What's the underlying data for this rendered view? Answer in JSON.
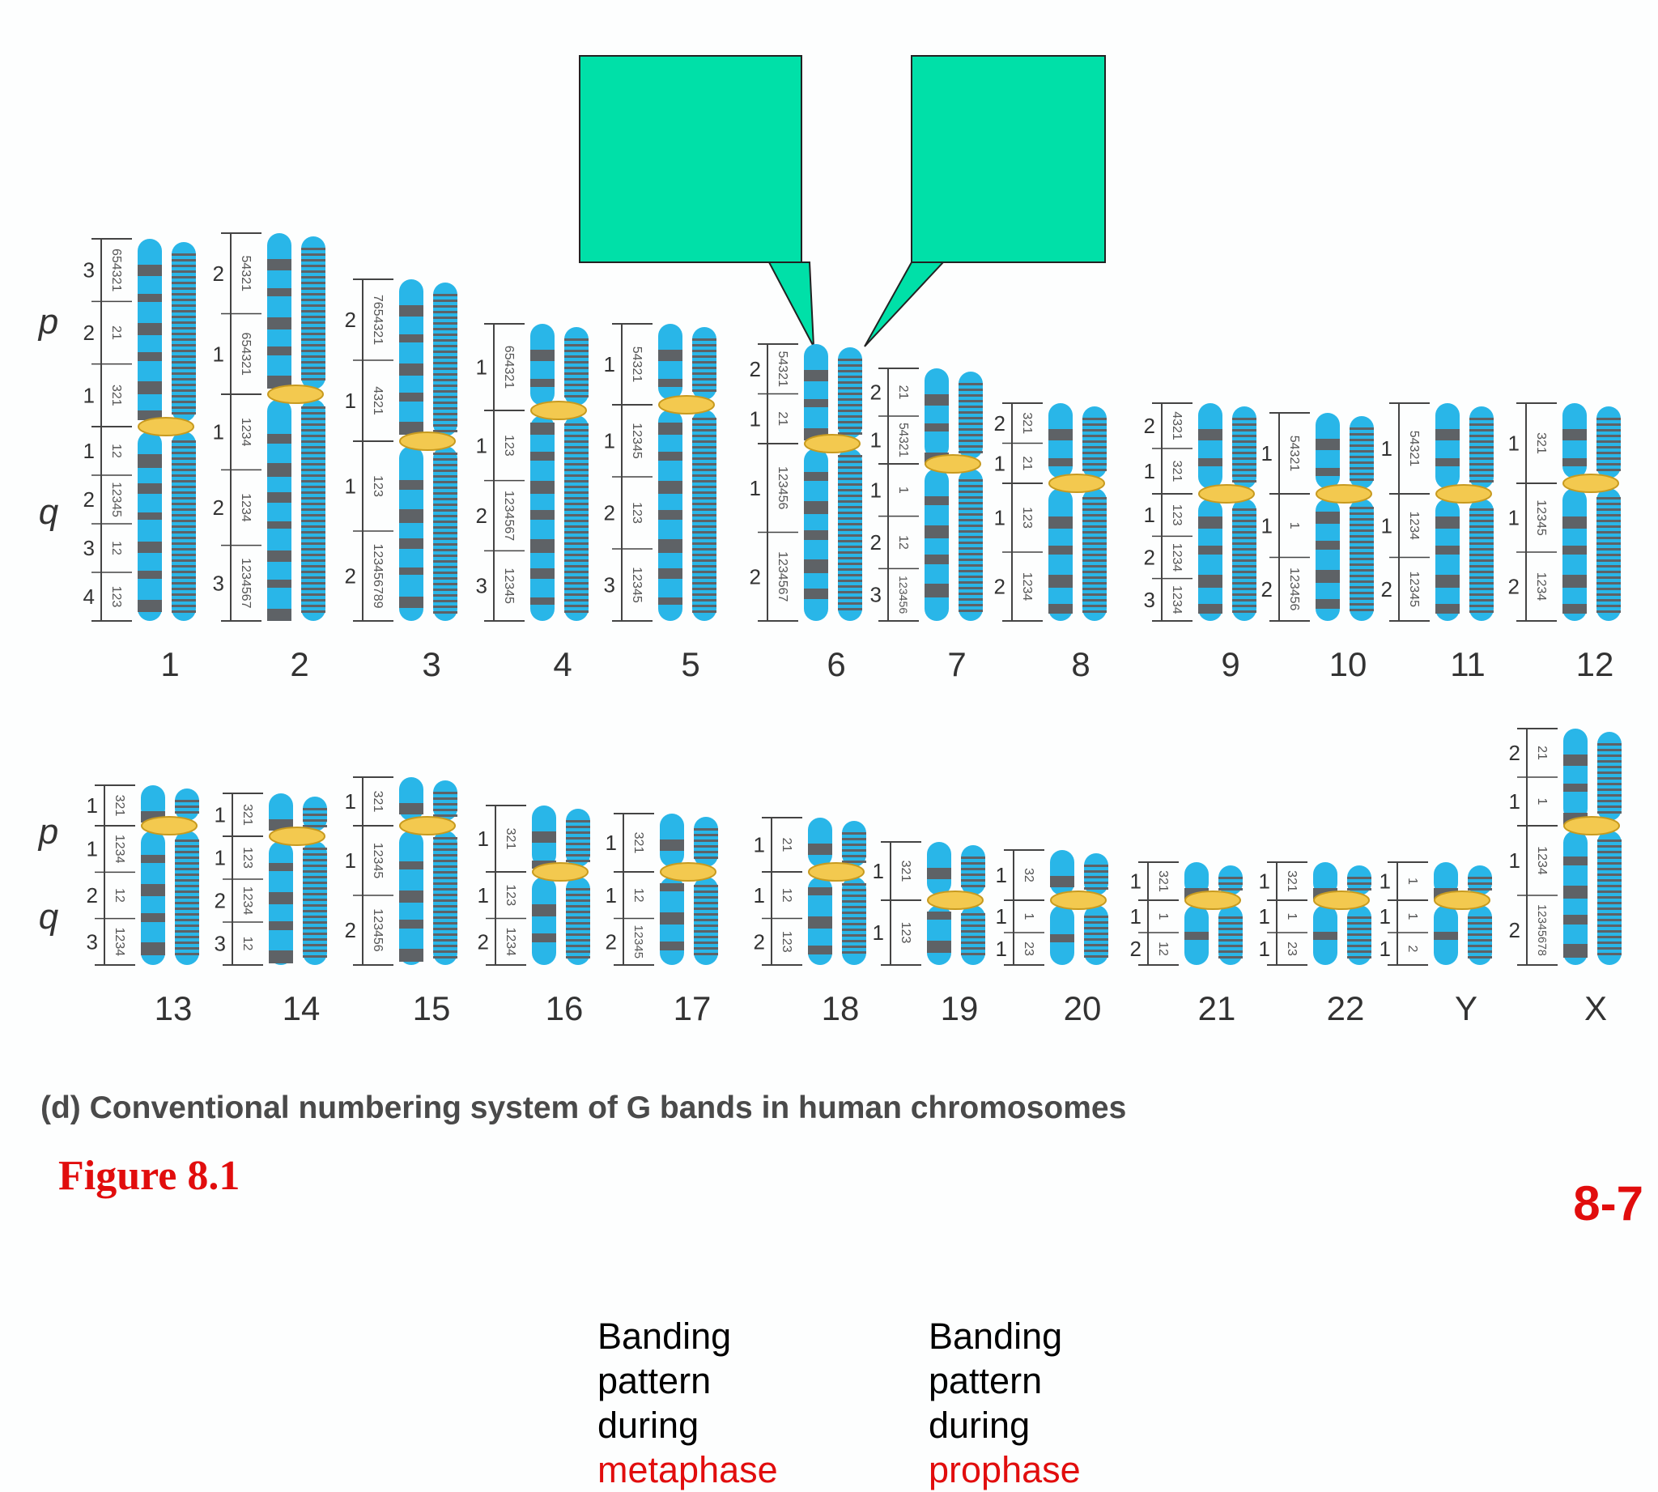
{
  "callouts": [
    {
      "line1": "Banding",
      "line2": "pattern",
      "line3": "during",
      "phase": "metaphase"
    },
    {
      "line1": "Banding",
      "line2": "pattern",
      "line3": "during",
      "phase": "prophase"
    }
  ],
  "arm_labels": {
    "p": "p",
    "q": "q"
  },
  "chromosomes": [
    {
      "label": "1",
      "p": [
        [
          "3",
          "654321"
        ],
        [
          "2",
          "21"
        ],
        [
          "1",
          "321"
        ]
      ],
      "q": [
        [
          "1",
          "12"
        ],
        [
          "2",
          "12345"
        ],
        [
          "3",
          "12"
        ],
        [
          "4",
          "123"
        ]
      ]
    },
    {
      "label": "2",
      "p": [
        [
          "2",
          "54321"
        ],
        [
          "1",
          "654321"
        ]
      ],
      "q": [
        [
          "1",
          "1234"
        ],
        [
          "2",
          "1234"
        ],
        [
          "3",
          "1234567"
        ]
      ]
    },
    {
      "label": "3",
      "p": [
        [
          "2",
          "7654321"
        ],
        [
          "1",
          "4321"
        ]
      ],
      "q": [
        [
          "1",
          "123"
        ],
        [
          "2",
          "123456789"
        ]
      ]
    },
    {
      "label": "4",
      "p": [
        [
          "1",
          "654321"
        ]
      ],
      "q": [
        [
          "1",
          "123"
        ],
        [
          "2",
          "1234567"
        ],
        [
          "3",
          "12345"
        ]
      ]
    },
    {
      "label": "5",
      "p": [
        [
          "1",
          "54321"
        ]
      ],
      "q": [
        [
          "1",
          "12345"
        ],
        [
          "2",
          "123"
        ],
        [
          "3",
          "12345"
        ]
      ]
    },
    {
      "label": "6",
      "p": [
        [
          "2",
          "54321"
        ],
        [
          "1",
          "21"
        ]
      ],
      "q": [
        [
          "1",
          "123456"
        ],
        [
          "2",
          "1234567"
        ]
      ]
    },
    {
      "label": "7",
      "p": [
        [
          "2",
          "21"
        ],
        [
          "1",
          "54321"
        ]
      ],
      "q": [
        [
          "1",
          "1"
        ],
        [
          "2",
          "12"
        ],
        [
          "3",
          "123456"
        ]
      ]
    },
    {
      "label": "8",
      "p": [
        [
          "2",
          "321"
        ],
        [
          "1",
          "21"
        ]
      ],
      "q": [
        [
          "1",
          "123"
        ],
        [
          "2",
          "1234"
        ]
      ]
    },
    {
      "label": "9",
      "p": [
        [
          "2",
          "4321"
        ],
        [
          "1",
          "321"
        ]
      ],
      "q": [
        [
          "1",
          "123"
        ],
        [
          "2",
          "1234"
        ],
        [
          "3",
          "1234"
        ]
      ]
    },
    {
      "label": "10",
      "p": [
        [
          "1",
          "54321"
        ]
      ],
      "q": [
        [
          "1",
          "1"
        ],
        [
          "2",
          "123456"
        ]
      ]
    },
    {
      "label": "11",
      "p": [
        [
          "1",
          "54321"
        ]
      ],
      "q": [
        [
          "1",
          "1234"
        ],
        [
          "2",
          "12345"
        ]
      ]
    },
    {
      "label": "12",
      "p": [
        [
          "1",
          "321"
        ]
      ],
      "q": [
        [
          "1",
          "12345"
        ],
        [
          "2",
          "1234"
        ]
      ]
    },
    {
      "label": "13",
      "p": [
        [
          "1",
          "321"
        ]
      ],
      "q": [
        [
          "1",
          "1234"
        ],
        [
          "2",
          "12"
        ],
        [
          "3",
          "1234"
        ]
      ]
    },
    {
      "label": "14",
      "p": [
        [
          "1",
          "321"
        ]
      ],
      "q": [
        [
          "1",
          "123"
        ],
        [
          "2",
          "1234"
        ],
        [
          "3",
          "12"
        ]
      ]
    },
    {
      "label": "15",
      "p": [
        [
          "1",
          "321"
        ]
      ],
      "q": [
        [
          "1",
          "12345"
        ],
        [
          "2",
          "123456"
        ]
      ]
    },
    {
      "label": "16",
      "p": [
        [
          "1",
          "321"
        ]
      ],
      "q": [
        [
          "1",
          "123"
        ],
        [
          "2",
          "1234"
        ]
      ]
    },
    {
      "label": "17",
      "p": [
        [
          "1",
          "321"
        ]
      ],
      "q": [
        [
          "1",
          "12"
        ],
        [
          "2",
          "12345"
        ]
      ]
    },
    {
      "label": "18",
      "p": [
        [
          "1",
          "21"
        ]
      ],
      "q": [
        [
          "1",
          "12"
        ],
        [
          "2",
          "123"
        ]
      ]
    },
    {
      "label": "19",
      "p": [
        [
          "1",
          "321"
        ]
      ],
      "q": [
        [
          "1",
          "123"
        ]
      ]
    },
    {
      "label": "20",
      "p": [
        [
          "1",
          "32"
        ]
      ],
      "q": [
        [
          "1",
          "1"
        ],
        [
          "1",
          "23"
        ]
      ]
    },
    {
      "label": "21",
      "p": [
        [
          "1",
          "321"
        ]
      ],
      "q": [
        [
          "1",
          "1"
        ],
        [
          "2",
          "12"
        ]
      ]
    },
    {
      "label": "22",
      "p": [
        [
          "1",
          "321"
        ]
      ],
      "q": [
        [
          "1",
          "1"
        ],
        [
          "1",
          "23"
        ]
      ]
    },
    {
      "label": "Y",
      "p": [
        [
          "1",
          "1"
        ]
      ],
      "q": [
        [
          "1",
          "1"
        ],
        [
          "1",
          "2"
        ]
      ]
    },
    {
      "label": "X",
      "p": [
        [
          "2",
          "21"
        ],
        [
          "1",
          "1"
        ]
      ],
      "q": [
        [
          "1",
          "1234"
        ],
        [
          "2",
          "12345678"
        ]
      ]
    }
  ],
  "caption": "(d) Conventional numbering system of G bands in human chromosomes",
  "figure_label": "Figure 8.1",
  "page_number": "8-7",
  "colors": {
    "chromosome": "#29b6e8",
    "band": "#5e6266",
    "centromere": "#f3c94f",
    "callout_fill": "#00e0a8",
    "accent_red": "#e10d0d"
  }
}
